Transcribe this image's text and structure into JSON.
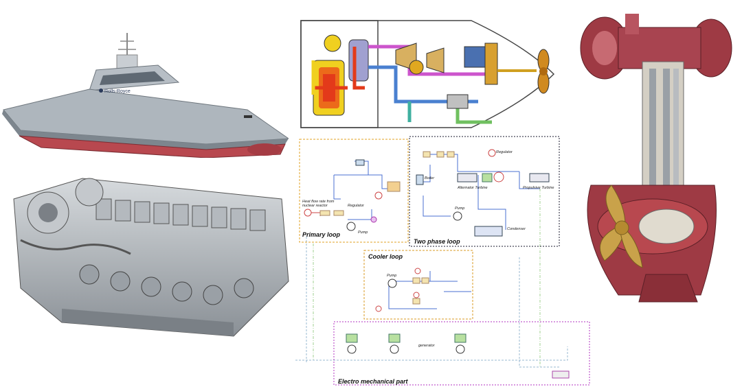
{
  "ship": {
    "brand": "Rolls-Royce"
  },
  "schematic": {
    "primary_loop": {
      "title": "Primary loop",
      "heat_flow_label_1": "Heat flow rate from",
      "heat_flow_label_2": "nuclear reactor",
      "regulator": "Regulator",
      "pump": "Pump"
    },
    "two_phase_loop": {
      "title": "Two phase loop",
      "regulator": "Regulator",
      "boiler": "Boiler",
      "alternator_turbine": "Alternator Turbine",
      "propulsive_turbine": "Propulsive Turbine",
      "pump": "Pump",
      "condenser": "Condenser"
    },
    "cooler_loop": {
      "title": "Cooler loop",
      "pump": "Pump"
    },
    "electro": {
      "title": "Electro mechanical part",
      "generator": "generator"
    }
  },
  "colors": {
    "hull_grey": "#9aa3ab",
    "hull_red": "#b8484f",
    "primary_loop_border": "#e0a020",
    "two_phase_border": "#1a1a2e",
    "cooler_border": "#d89a20",
    "electro_border": "#b030c0",
    "pod_red": "#9e3a44",
    "propeller_gold": "#c9a24a"
  }
}
